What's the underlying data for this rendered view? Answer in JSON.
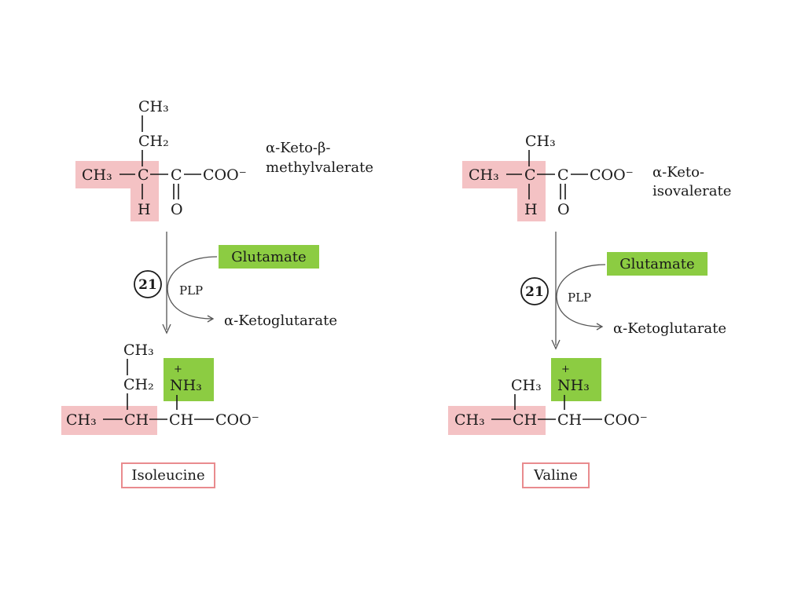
{
  "left": {
    "ketoacid": {
      "ch3_top": "CH₃",
      "ch2": "CH₂",
      "ch3_main": "CH₃",
      "c_alpha": "C",
      "c_keto": "C",
      "coo": "COO⁻",
      "h": "H",
      "o": "O",
      "name_line1": "α-Keto-β-",
      "name_line2": "methylvalerate"
    },
    "reaction": {
      "step": "21",
      "cofactor": "PLP",
      "donor": "Glutamate",
      "product": "α-Ketoglutarate"
    },
    "aminoacid": {
      "ch3_top": "CH₃",
      "ch2": "CH₂",
      "plus": "+",
      "nh3": "NH₃",
      "ch3": "CH₃",
      "ch1": "CH",
      "ch2b": "CH",
      "coo": "COO⁻",
      "name": "Isoleucine"
    }
  },
  "right": {
    "ketoacid": {
      "ch3_top": "CH₃",
      "ch3_main": "CH₃",
      "c_alpha": "C",
      "c_keto": "C",
      "coo": "COO⁻",
      "h": "H",
      "o": "O",
      "name_line1": "α-Keto-",
      "name_line2": "isovalerate"
    },
    "reaction": {
      "step": "21",
      "cofactor": "PLP",
      "donor": "Glutamate",
      "product": "α-Ketoglutarate"
    },
    "aminoacid": {
      "ch3_top": "CH₃",
      "plus": "+",
      "nh3": "NH₃",
      "ch3": "CH₃",
      "ch1": "CH",
      "ch2b": "CH",
      "coo": "COO⁻",
      "name": "Valine"
    }
  },
  "colors": {
    "side_chain_highlight": "#f4c2c4",
    "amino_group_highlight": "#8ccc42",
    "name_box_border": "#e98b8e"
  }
}
